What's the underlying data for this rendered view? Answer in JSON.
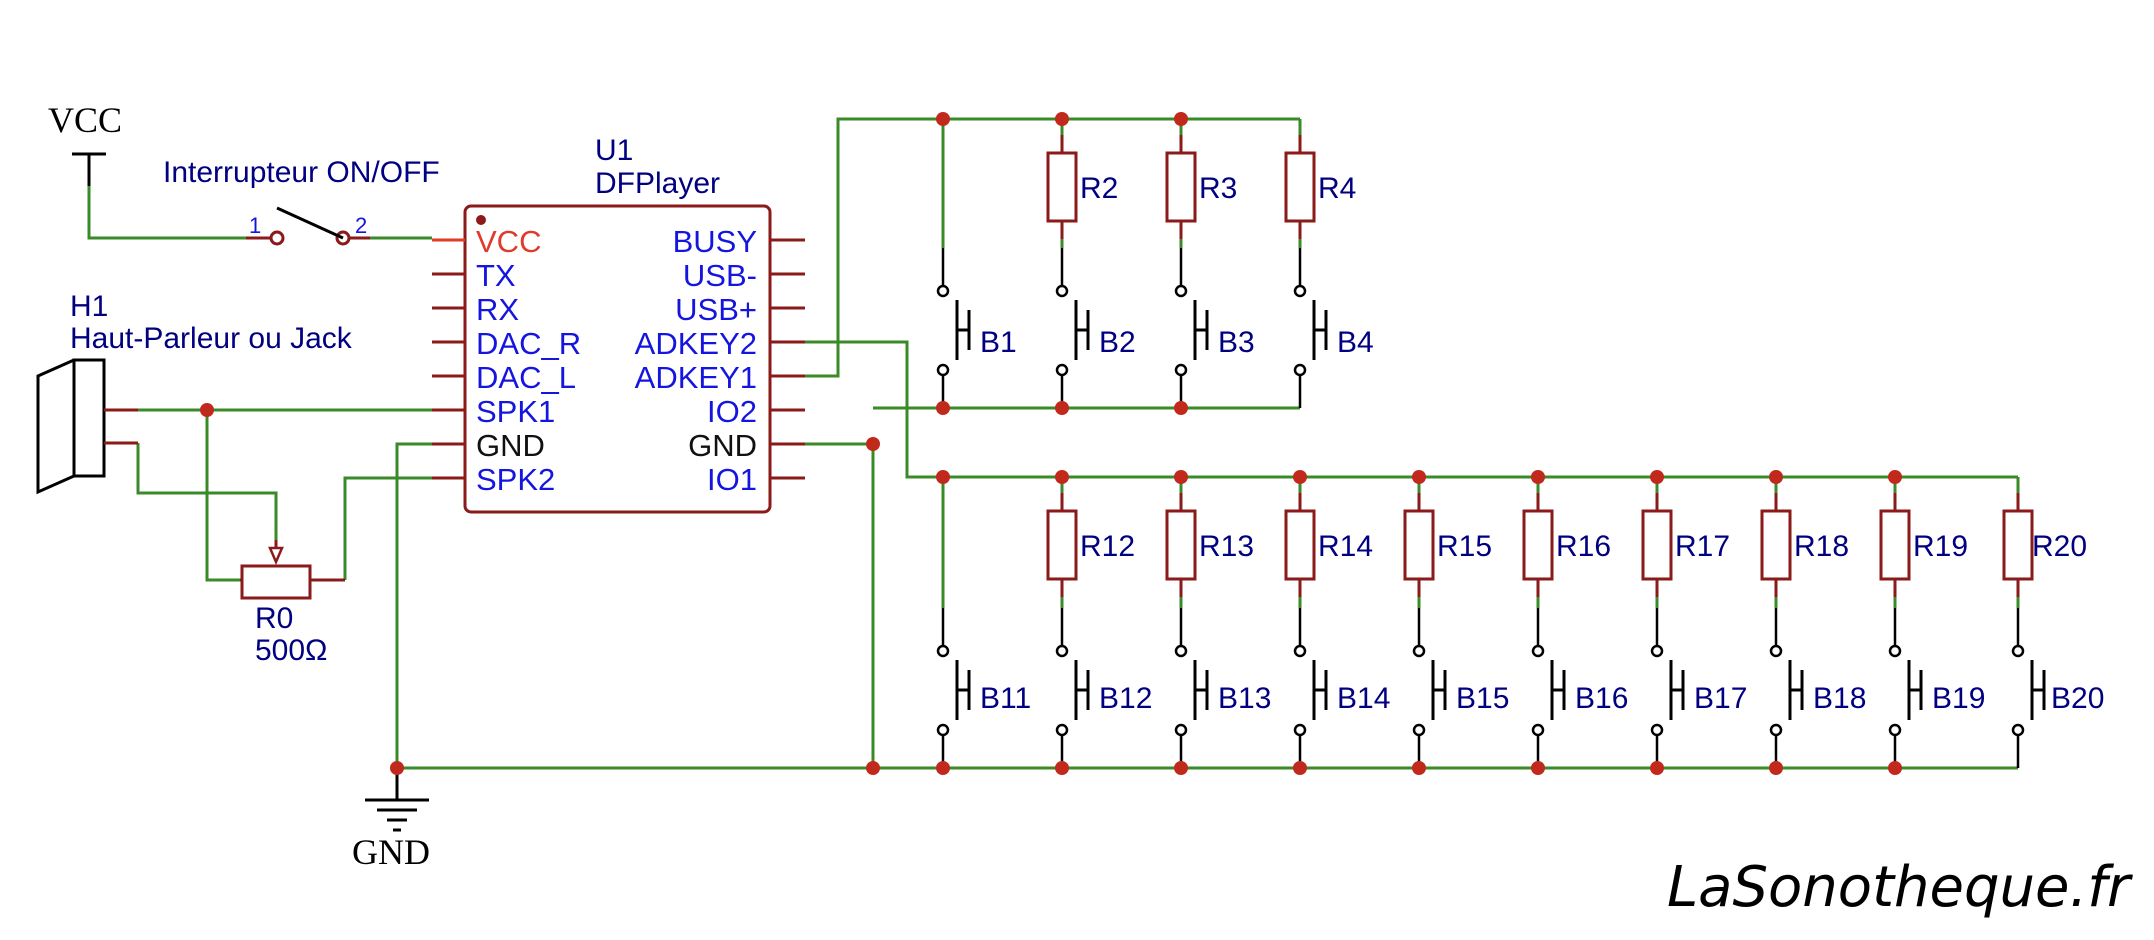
{
  "colors": {
    "wire": "#3a8a28",
    "component": "#8b1a1a",
    "junction": "#c0291c",
    "label": "#000080",
    "pin_label": "#1515e0",
    "pin_active": "#e03a2a",
    "black": "#000000"
  },
  "power": {
    "vcc": "VCC",
    "gnd": "GND"
  },
  "switch": {
    "label": "Interrupteur ON/OFF",
    "pin1": "1",
    "pin2": "2"
  },
  "speaker": {
    "ref": "H1",
    "name": "Haut-Parleur ou Jack"
  },
  "pot": {
    "ref": "R0",
    "value": "500Ω"
  },
  "module": {
    "ref": "U1",
    "name": "DFPlayer",
    "left_pins": [
      "VCC",
      "TX",
      "RX",
      "DAC_R",
      "DAC_L",
      "SPK1",
      "GND",
      "SPK2"
    ],
    "right_pins": [
      "BUSY",
      "USB-",
      "USB+",
      "ADKEY2",
      "ADKEY1",
      "IO2",
      "GND",
      "IO1"
    ]
  },
  "group1": {
    "resistors": [
      "R2",
      "R3",
      "R4"
    ],
    "buttons": [
      "B1",
      "B2",
      "B3",
      "B4"
    ]
  },
  "group2": {
    "resistors": [
      "R12",
      "R13",
      "R14",
      "R15",
      "R16",
      "R17",
      "R18",
      "R19",
      "R20"
    ],
    "buttons": [
      "B11",
      "B12",
      "B13",
      "B14",
      "B15",
      "B16",
      "B17",
      "B18",
      "B19",
      "B20"
    ]
  },
  "brand": "LaSonotheque.fr"
}
